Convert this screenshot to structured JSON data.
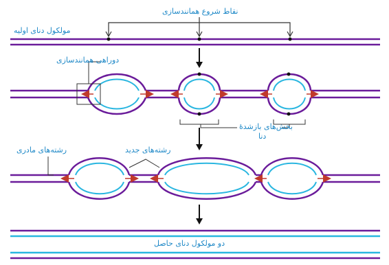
{
  "labels": {
    "original_dna": "مولکول دنای اولیه",
    "replication_origins": "نقاط شروع همانندسازی",
    "replication_fork": "دوراهی همانندسازی",
    "opened_sections_line1": "بخش‌های بازشدهٔ",
    "opened_sections_line2": "دنا",
    "parent_strands": "رشته‌های مادری",
    "new_strands": "رشته‌های جدید",
    "resulting_molecules": "دو مولکول دنای حاصل"
  },
  "colors": {
    "parent_strand": "#6a1b9a",
    "new_strand": "#29b6e0",
    "label_text": "#1e88c7",
    "arrow_fork": "#c0392b",
    "pointer": "#333333"
  },
  "icons": [
    "down-arrow-icon",
    "fork-arrow-icon",
    "origin-dot-icon",
    "bracket-icon"
  ]
}
